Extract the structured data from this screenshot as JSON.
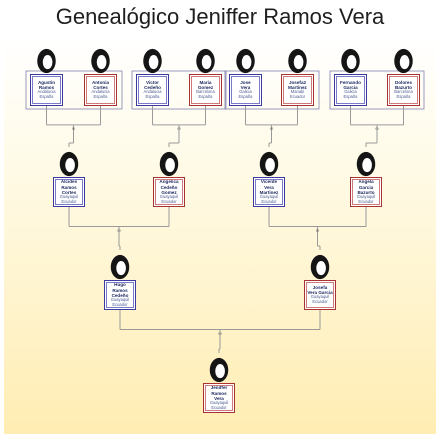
{
  "title": "Genealógico Jeniffer Ramos Vera",
  "marriage_symbol": "∞",
  "colors": {
    "male_border": "#3a3aa0",
    "female_border": "#a83232",
    "line": "#9a9a9a"
  },
  "people": {
    "g1": {
      "name1": "Agustin",
      "name2": "Ramos",
      "place1": "Andalucia",
      "place2": "España",
      "sex": "m"
    },
    "g2": {
      "name1": "Antonia",
      "name2": "Cortes",
      "place1": "Andalucia",
      "place2": "España",
      "sex": "f"
    },
    "g3": {
      "name1": "Victor",
      "name2": "Cedeño",
      "place1": "Andalucia",
      "place2": "España",
      "sex": "m"
    },
    "g4": {
      "name1": "Maria",
      "name2": "Gomez",
      "place1": "Barcelona",
      "place2": "España",
      "sex": "f"
    },
    "g5": {
      "name1": "Jose",
      "name2": "Vera",
      "place1": "Galicia",
      "place2": "España",
      "sex": "m"
    },
    "g6": {
      "name1": "Josefa2",
      "name2": "Martinez",
      "place1": "Manabi",
      "place2": "Ecuador",
      "sex": "f"
    },
    "g7": {
      "name1": "Fernando",
      "name2": "Garcia",
      "place1": "Galicia",
      "place2": "España",
      "sex": "m"
    },
    "g8": {
      "name1": "Dolores",
      "name2": "Bazurto",
      "place1": "Barcelona",
      "place2": "España",
      "sex": "f"
    },
    "p1": {
      "name1": "Alcides",
      "name2": "Ramos Cortes",
      "place1": "Guayaquil",
      "place2": "Ecuador",
      "sex": "m"
    },
    "p2": {
      "name1": "Angelica",
      "name2": "Cedeño Gomez",
      "place1": "Guayaquil",
      "place2": "Ecuador",
      "sex": "f"
    },
    "p3": {
      "name1": "Vicente",
      "name2": "Vera Martinez",
      "place1": "Guayaquil",
      "place2": "Ecuador",
      "sex": "m"
    },
    "p4": {
      "name1": "Angela",
      "name2": "Garcia Bazurto",
      "place1": "Guayaquil",
      "place2": "Ecuador",
      "sex": "f"
    },
    "c1": {
      "name1": "Hugo",
      "name2": "Ramos Cedeño",
      "place1": "Guayaquil",
      "place2": "Ecuador",
      "sex": "m"
    },
    "c2": {
      "name1": "Josefa",
      "name2": "Vera Garcia",
      "place1": "Guayaquil",
      "place2": "Ecuador",
      "sex": "f"
    },
    "s1": {
      "name1": "Jeniffer",
      "name2": "Ramos Vera",
      "place1": "Guayaquil",
      "place2": "Ecuador",
      "sex": "f"
    }
  }
}
